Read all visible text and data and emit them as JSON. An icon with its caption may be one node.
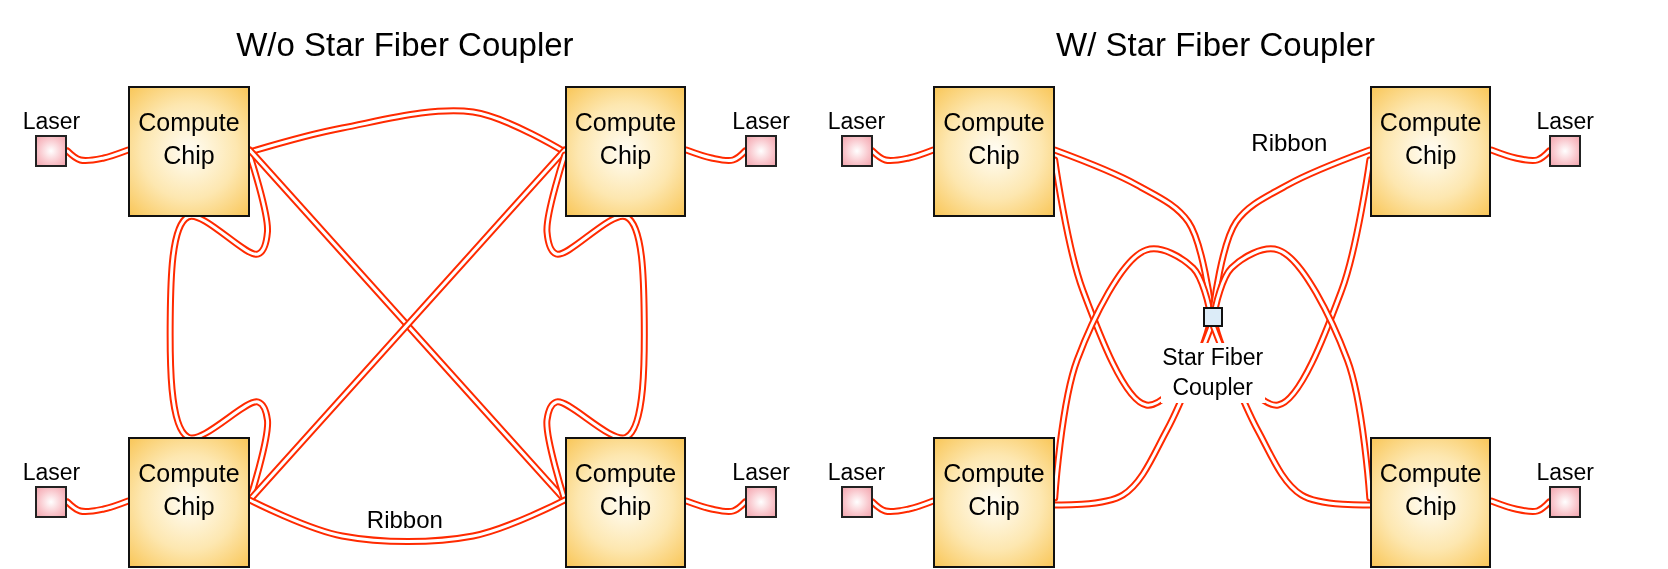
{
  "diagram": {
    "nodes": [
      {
        "text": [
          "Laser"
        ]
      },
      {
        "text": [
          "Compute Chip"
        ]
      },
      {
        "text": [
          "Compute Chip"
        ]
      },
      {
        "text": [
          "Laser"
        ]
      },
      {
        "text": [
          "Laser"
        ]
      },
      {
        "text": [
          "Compute Chip"
        ]
      },
      {
        "text": [
          "Compute Chip"
        ]
      },
      {
        "text": [
          "Laser"
        ]
      },
      {
        "text": [],
        "shape": "box",
        "beside": [
          "Star Fiber Coupler"
        ]
      },
      {
        "text": [
          "Laser"
        ]
      },
      {
        "text": [
          "Compute Chip"
        ]
      },
      {
        "text": [
          "Compute Chip"
        ]
      },
      {
        "text": [
          "Laser"
        ]
      },
      {
        "text": [
          "Laser"
        ]
      },
      {
        "text": [
          "Compute Chip"
        ]
      },
      {
        "text": [
          "Compute Chip"
        ]
      },
      {
        "text": [
          "Laser"
        ]
      }
    ],
    "edges": [
      {
        "from": 0,
        "to": 1,
        "arrow": "none"
      },
      {
        "from": 2,
        "to": 3,
        "arrow": "none"
      },
      {
        "from": 9,
        "to": 10,
        "arrow": "none"
      },
      {
        "from": 11,
        "to": 12,
        "arrow": "none"
      },
      {
        "from": 1,
        "to": 2,
        "arrow": "none"
      },
      {
        "from": 1,
        "to": 10,
        "arrow": "none"
      },
      {
        "from": 1,
        "to": 11,
        "arrow": "none"
      },
      {
        "from": 2,
        "to": 10,
        "arrow": "none"
      },
      {
        "from": 2,
        "to": 11,
        "arrow": "none"
      },
      {
        "from": 10,
        "to": 11,
        "arrow": "none",
        "label": "Ribbon"
      },
      {
        "from": 4,
        "to": 5,
        "arrow": "none"
      },
      {
        "from": 6,
        "to": 7,
        "arrow": "none"
      },
      {
        "from": 13,
        "to": 14,
        "arrow": "none"
      },
      {
        "from": 15,
        "to": 16,
        "arrow": "none"
      },
      {
        "from": 5,
        "to": 8,
        "arrow": "none"
      },
      {
        "from": 5,
        "to": 8,
        "arrow": "none"
      },
      {
        "from": 14,
        "to": 8,
        "arrow": "none"
      },
      {
        "from": 14,
        "to": 8,
        "arrow": "none"
      },
      {
        "from": 6,
        "to": 8,
        "arrow": "none",
        "label": "Ribbon"
      },
      {
        "from": 6,
        "to": 8,
        "arrow": "none"
      },
      {
        "from": 15,
        "to": 8,
        "arrow": "none"
      },
      {
        "from": 15,
        "to": 8,
        "arrow": "none"
      }
    ],
    "labels": [
      "W/o Star Fiber Coupler",
      "W/ Star Fiber Coupler"
    ]
  }
}
